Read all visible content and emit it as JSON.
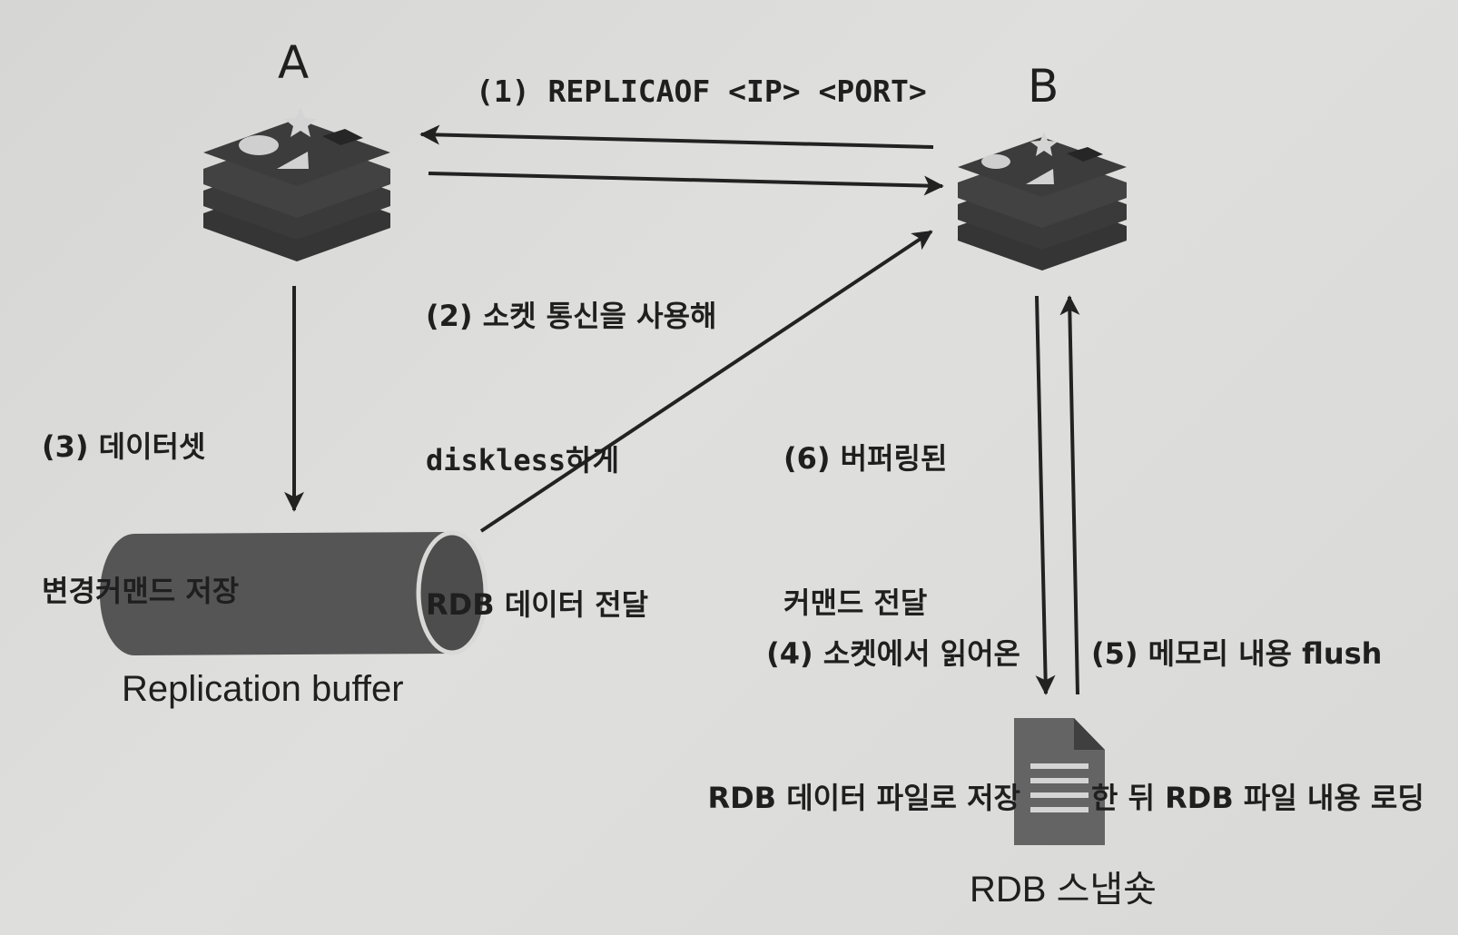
{
  "nodes": {
    "a": {
      "label": "A"
    },
    "b": {
      "label": "B"
    }
  },
  "steps": {
    "s1": {
      "line1": "(1) REPLICAOF <IP> <PORT>"
    },
    "s2": {
      "line1": "(2) 소켓 통신을 사용해",
      "line2": "diskless하게",
      "line3": "RDB 데이터 전달"
    },
    "s3": {
      "line1": "(3) 데이터셋",
      "line2": "변경커맨드 저장"
    },
    "s4": {
      "line1": "(4) 소켓에서 읽어온",
      "line2": "RDB 데이터 파일로 저장"
    },
    "s5": {
      "line1": "(5) 메모리 내용 flush",
      "line2": "한 뒤 RDB 파일 내용 로딩"
    },
    "s6": {
      "line1": "(6) 버퍼링된",
      "line2": "커맨드 전달"
    }
  },
  "buffer": {
    "label": "Replication buffer"
  },
  "snapshot": {
    "label": "RDB 스냅숏"
  },
  "icons": {
    "server": "redis-server-stack-icon",
    "buffer": "cylinder-pipe-icon",
    "file": "document-file-icon"
  },
  "colors": {
    "background": "#d9d9d7",
    "ink": "#1f1f1f",
    "server_body": "#3c3c3c",
    "server_shapes": "#c9c9c9",
    "buffer": "#555555",
    "file": "#646464"
  }
}
